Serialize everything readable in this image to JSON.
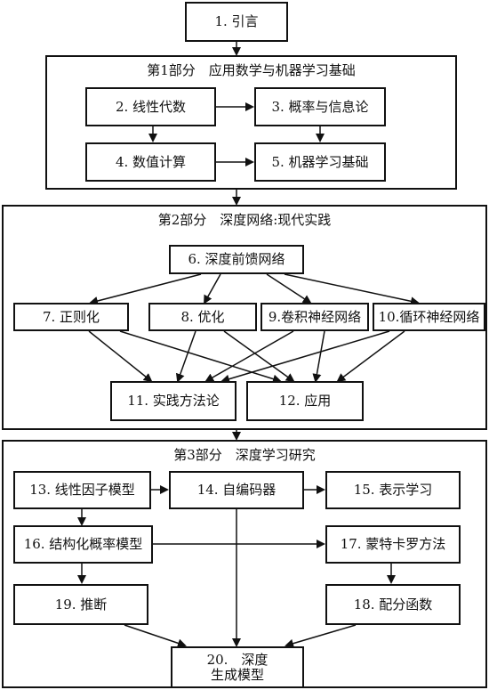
{
  "nodes": {
    "n1": "1. 引言",
    "n2": "2. 线性代数",
    "n3": "3. 概率与信息论",
    "n4": "4. 数值计算",
    "n5": "5. 机器学习基础",
    "n6": "6. 深度前馈网络",
    "n7": "7. 正则化",
    "n8": "8. 优化",
    "n9": "9.卷积神经网络",
    "n10": "10.循环神经网络",
    "n11": "11. 实践方法论",
    "n12": "12. 应用",
    "n13": "13. 线性因子模型",
    "n14": "14. 自编码器",
    "n15": "15. 表示学习",
    "n16": "16. 结构化概率模型",
    "n17": "17. 蒙特卡罗方法",
    "n18": "18. 配分函数",
    "n19": "19. 推断",
    "n20_line1": "20.　深度",
    "n20_line2": "生成模型"
  },
  "parts": {
    "part1": "第1部分　应用数学与机器学习基础",
    "part2": "第2部分　深度网络:现代实践",
    "part3": "第3部分　深度学习研究"
  },
  "edges": [
    [
      "n1",
      "part1"
    ],
    [
      "n2",
      "n3"
    ],
    [
      "n2",
      "n4"
    ],
    [
      "n3",
      "n5"
    ],
    [
      "n4",
      "n5"
    ],
    [
      "part1",
      "part2"
    ],
    [
      "n6",
      "n7"
    ],
    [
      "n6",
      "n8"
    ],
    [
      "n6",
      "n9"
    ],
    [
      "n6",
      "n10"
    ],
    [
      "n7",
      "n11"
    ],
    [
      "n8",
      "n11"
    ],
    [
      "n9",
      "n11"
    ],
    [
      "n10",
      "n11"
    ],
    [
      "n7",
      "n12"
    ],
    [
      "n8",
      "n12"
    ],
    [
      "n9",
      "n12"
    ],
    [
      "n10",
      "n12"
    ],
    [
      "part2",
      "part3"
    ],
    [
      "n13",
      "n14"
    ],
    [
      "n14",
      "n15"
    ],
    [
      "n13",
      "n16"
    ],
    [
      "n16",
      "n17"
    ],
    [
      "n16",
      "n19"
    ],
    [
      "n17",
      "n18"
    ],
    [
      "n14",
      "n20"
    ],
    [
      "n19",
      "n20"
    ],
    [
      "n18",
      "n20"
    ]
  ]
}
